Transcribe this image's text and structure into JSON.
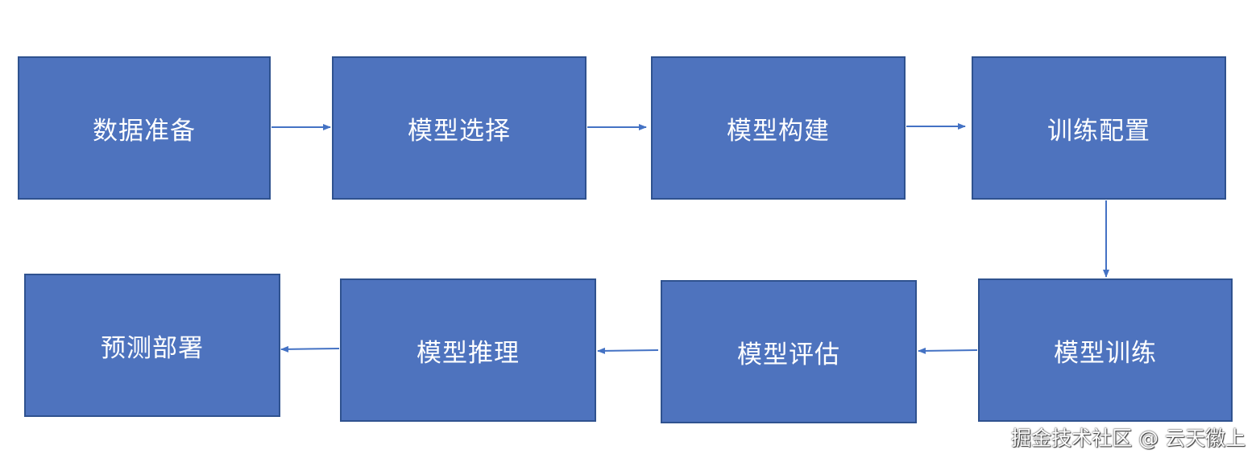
{
  "diagram": {
    "steps": [
      {
        "label": "数据准备"
      },
      {
        "label": "模型选择"
      },
      {
        "label": "模型构建"
      },
      {
        "label": "训练配置"
      },
      {
        "label": "模型训练"
      },
      {
        "label": "模型评估"
      },
      {
        "label": "模型推理"
      },
      {
        "label": "预测部署"
      }
    ],
    "colors": {
      "box_fill": "#4e73be",
      "box_border": "#2f528f",
      "arrow": "#4472c4",
      "text": "#ffffff"
    }
  },
  "watermark": "掘金技术社区 @ 云天徽上"
}
